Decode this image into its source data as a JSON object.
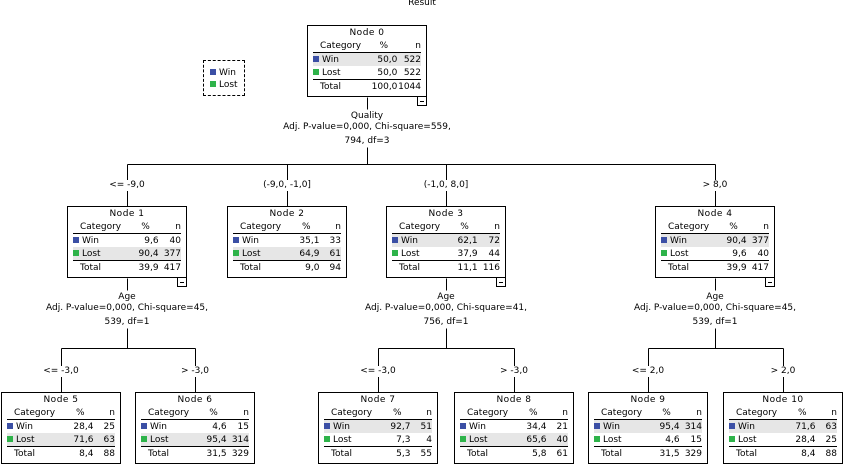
{
  "title": "Result",
  "colors": {
    "win": "#3b4fa5",
    "lost": "#2eb34a",
    "highlight": "#e6e6e6"
  },
  "legend": [
    {
      "label": "Win",
      "color_key": "win"
    },
    {
      "label": "Lost",
      "color_key": "lost"
    }
  ],
  "table_headers": {
    "category": "Category",
    "percent": "%",
    "n": "n",
    "total": "Total"
  },
  "nodes": [
    {
      "id": "Node 0",
      "win_pct": "50,0",
      "win_n": "522",
      "lost_pct": "50,0",
      "lost_n": "522",
      "total_pct": "100,0",
      "total_n": "1044",
      "highlight": "win",
      "collapsible": true
    },
    {
      "id": "Node 1",
      "win_pct": "9,6",
      "win_n": "40",
      "lost_pct": "90,4",
      "lost_n": "377",
      "total_pct": "39,9",
      "total_n": "417",
      "highlight": "lost",
      "collapsible": true
    },
    {
      "id": "Node 2",
      "win_pct": "35,1",
      "win_n": "33",
      "lost_pct": "64,9",
      "lost_n": "61",
      "total_pct": "9,0",
      "total_n": "94",
      "highlight": "lost",
      "collapsible": false
    },
    {
      "id": "Node 3",
      "win_pct": "62,1",
      "win_n": "72",
      "lost_pct": "37,9",
      "lost_n": "44",
      "total_pct": "11,1",
      "total_n": "116",
      "highlight": "win",
      "collapsible": true
    },
    {
      "id": "Node 4",
      "win_pct": "90,4",
      "win_n": "377",
      "lost_pct": "9,6",
      "lost_n": "40",
      "total_pct": "39,9",
      "total_n": "417",
      "highlight": "win",
      "collapsible": true
    },
    {
      "id": "Node 5",
      "win_pct": "28,4",
      "win_n": "25",
      "lost_pct": "71,6",
      "lost_n": "63",
      "total_pct": "8,4",
      "total_n": "88",
      "highlight": "lost",
      "collapsible": false
    },
    {
      "id": "Node 6",
      "win_pct": "4,6",
      "win_n": "15",
      "lost_pct": "95,4",
      "lost_n": "314",
      "total_pct": "31,5",
      "total_n": "329",
      "highlight": "lost",
      "collapsible": false
    },
    {
      "id": "Node 7",
      "win_pct": "92,7",
      "win_n": "51",
      "lost_pct": "7,3",
      "lost_n": "4",
      "total_pct": "5,3",
      "total_n": "55",
      "highlight": "win",
      "collapsible": false
    },
    {
      "id": "Node 8",
      "win_pct": "34,4",
      "win_n": "21",
      "lost_pct": "65,6",
      "lost_n": "40",
      "total_pct": "5,8",
      "total_n": "61",
      "highlight": "lost",
      "collapsible": false
    },
    {
      "id": "Node 9",
      "win_pct": "95,4",
      "win_n": "314",
      "lost_pct": "4,6",
      "lost_n": "15",
      "total_pct": "31,5",
      "total_n": "329",
      "highlight": "win",
      "collapsible": false
    },
    {
      "id": "Node 10",
      "win_pct": "71,6",
      "win_n": "63",
      "lost_pct": "28,4",
      "lost_n": "25",
      "total_pct": "8,4",
      "total_n": "88",
      "highlight": "win",
      "collapsible": false
    }
  ],
  "splits": [
    {
      "parent": "Node 0",
      "variable": "Quality",
      "stats_line1": "Adj. P-value=0,000, Chi-square=559,",
      "stats_line2": "794, df=3"
    },
    {
      "parent": "Node 1",
      "variable": "Age",
      "stats_line1": "Adj. P-value=0,000, Chi-square=45,",
      "stats_line2": "539, df=1"
    },
    {
      "parent": "Node 3",
      "variable": "Age",
      "stats_line1": "Adj. P-value=0,000, Chi-square=41,",
      "stats_line2": "756, df=1"
    },
    {
      "parent": "Node 4",
      "variable": "Age",
      "stats_line1": "Adj. P-value=0,000, Chi-square=45,",
      "stats_line2": "539, df=1"
    }
  ],
  "branches": [
    {
      "child": "Node 1",
      "label": "<= -9,0"
    },
    {
      "child": "Node 2",
      "label": "(-9,0, -1,0]"
    },
    {
      "child": "Node 3",
      "label": "(-1,0, 8,0]"
    },
    {
      "child": "Node 4",
      "label": "> 8,0"
    },
    {
      "child": "Node 5",
      "label": "<= -3,0"
    },
    {
      "child": "Node 6",
      "label": "> -3,0"
    },
    {
      "child": "Node 7",
      "label": "<= -3,0"
    },
    {
      "child": "Node 8",
      "label": "> -3,0"
    },
    {
      "child": "Node 9",
      "label": "<= 2,0"
    },
    {
      "child": "Node 10",
      "label": "> 2,0"
    }
  ]
}
